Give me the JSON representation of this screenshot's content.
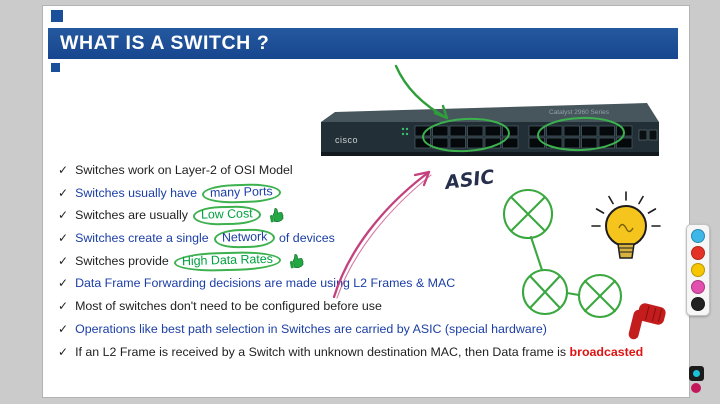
{
  "app": {
    "toolbar": {
      "tools": [
        {
          "name": "pen-cyan",
          "color": "#3db7e8"
        },
        {
          "name": "pen-red",
          "color": "#e43326"
        },
        {
          "name": "pen-yellow",
          "color": "#f6c700"
        },
        {
          "name": "pen-pink",
          "color": "#e24fae"
        },
        {
          "name": "pen-black",
          "color": "#222222"
        }
      ],
      "logo_colors": {
        "bg": "#1b1b1b",
        "accent": "#19c2d8",
        "accent2": "#c2185b"
      }
    }
  },
  "slide": {
    "title": "WHAT IS A SWITCH ?",
    "check": "✓",
    "bullets": [
      {
        "text": "Switches work on Layer-2 of OSI Model"
      },
      {
        "pre": "Switches usually have ",
        "circled": "many Ports"
      },
      {
        "pre": "Switches are usually ",
        "circled": "Low Cost"
      },
      {
        "pre": "Switches create a single ",
        "circled": "Network",
        "post": " of devices"
      },
      {
        "pre": "Switches provide ",
        "circled": "High Data Rates"
      },
      {
        "text": "Data Frame Forwarding decisions are made using L2 Frames & MAC"
      },
      {
        "text": "Most of switches don't need to be configured before use"
      },
      {
        "pre": "Operations like best path selection in ",
        "small": "Switches",
        "post": " are carried by ASIC (special hardware)"
      },
      {
        "pre": "If an L2 Frame is received by a Switch with unknown destination MAC, then Data frame is ",
        "red": "broadcasted"
      }
    ],
    "annotations": {
      "asic": "ASIC"
    },
    "switch_image": {
      "brand": "cisco",
      "model": "Catalyst 2960 Series"
    },
    "colors": {
      "header": "#1b4e9b",
      "blue_text": "#1b3ea6",
      "green_text": "#00a13f",
      "red_text": "#e01212",
      "marker_green": "#3aa73f",
      "marker_pink": "#c2417e",
      "bulb_yellow": "#f5c51d",
      "thumb_red": "#c41d1d"
    }
  }
}
